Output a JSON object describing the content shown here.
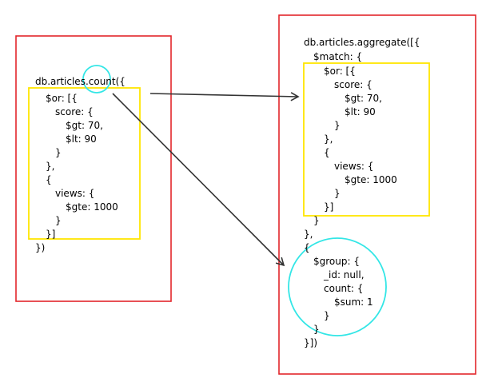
{
  "colors": {
    "outer_box": "#e3262b",
    "highlight_box": "#ffe600",
    "callout_circle": "#33e6e6",
    "arrow": "#333333",
    "text": "#000000"
  },
  "left_panel": {
    "lines": [
      "db.articles.count({",
      "$or: [{",
      "score: {",
      "$gt: 70,",
      "$lt: 90",
      "}",
      "},",
      "{",
      "views: {",
      "$gte: 1000",
      "}",
      "}]",
      "})"
    ]
  },
  "right_panel": {
    "lines": [
      "db.articles.aggregate([{",
      "$match: {",
      "$or: [{",
      "score: {",
      "$gt: 70,",
      "$lt: 90",
      "}",
      "},",
      "{",
      "views: {",
      "$gte: 1000",
      "}",
      "}]",
      "}",
      "},",
      "{",
      "$group: {",
      "_id: null,",
      "count: {",
      "$sum: 1",
      "}",
      "}",
      "}])"
    ]
  }
}
